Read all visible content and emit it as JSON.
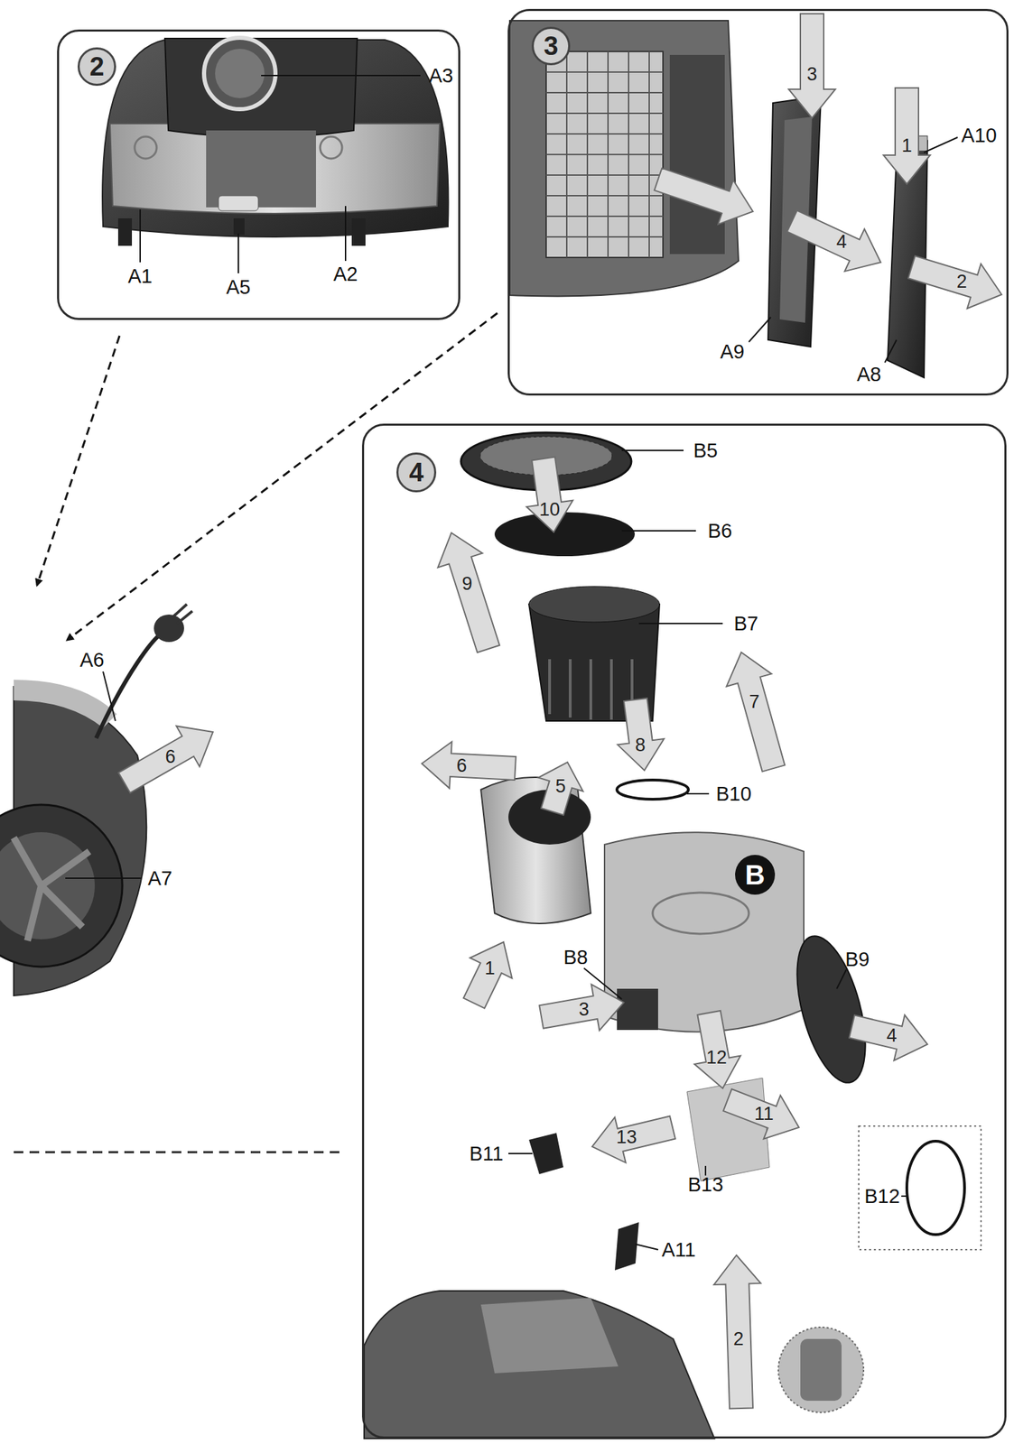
{
  "diagram": {
    "nodes": [
      {
        "text": [
          "2"
        ]
      },
      {
        "text": [
          "3"
        ]
      },
      {
        "text": [
          "4"
        ]
      },
      {
        "text": [
          "B"
        ],
        "in": 2
      }
    ],
    "labels": [
      "A3",
      "A1",
      "A5",
      "A2",
      "3",
      "1",
      "A10",
      "4",
      "2",
      "A9",
      "A8",
      "A6",
      "6",
      "A7",
      "B5",
      "10",
      "B6",
      "9",
      "B7",
      "7",
      "8",
      "B10",
      "6",
      "5",
      "1",
      "B8",
      "3",
      "B9",
      "12",
      "4",
      "11",
      "B11",
      "13",
      "B13",
      "B12",
      "A11",
      "2"
    ]
  }
}
